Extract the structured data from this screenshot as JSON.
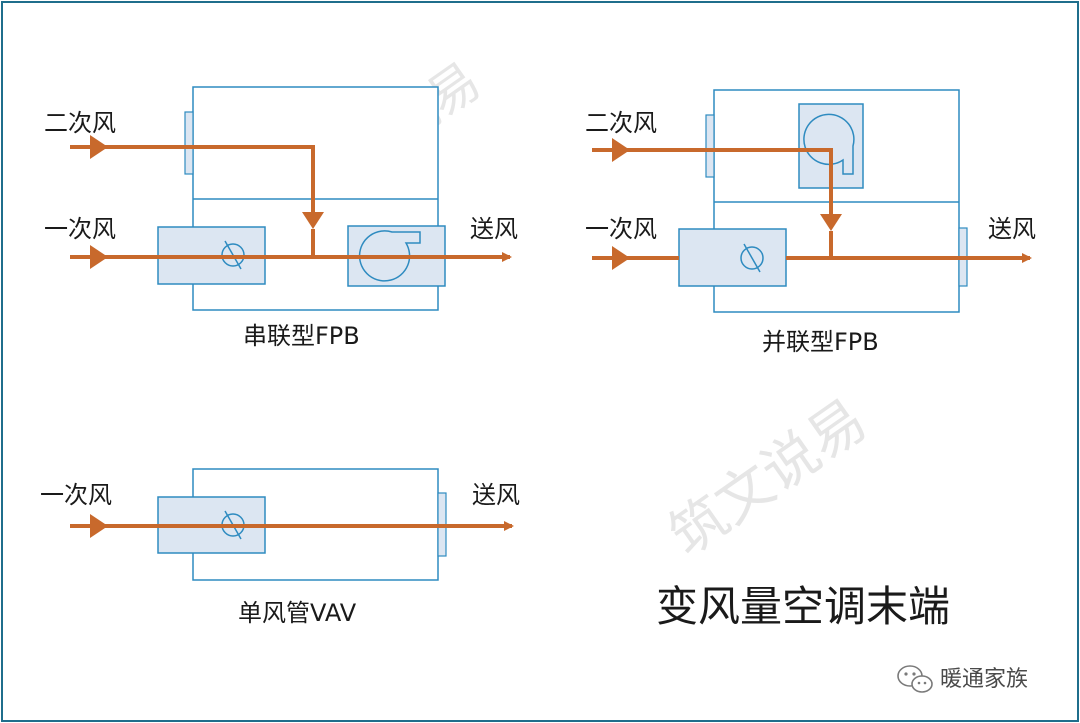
{
  "colors": {
    "border": "#1f6e8c",
    "box_stroke": "#2e8bc0",
    "box_fill": "#dce6f2",
    "flow": "#c8692c",
    "text": "#1a1a1a",
    "wechat_icon": "#7a7a7a"
  },
  "series_diagram": {
    "secondary_air": "二次风",
    "primary_air": "一次风",
    "supply_air": "送风",
    "caption": "串联型FPB"
  },
  "parallel_diagram": {
    "secondary_air": "二次风",
    "primary_air": "一次风",
    "supply_air": "送风",
    "caption": "并联型FPB"
  },
  "single_duct_diagram": {
    "primary_air": "一次风",
    "supply_air": "送风",
    "caption": "单风管VAV"
  },
  "main_title": "变风量空调末端",
  "watermark": "筑文说易",
  "footer": {
    "account_name": "暖通家族",
    "icon": "wechat-icon"
  }
}
